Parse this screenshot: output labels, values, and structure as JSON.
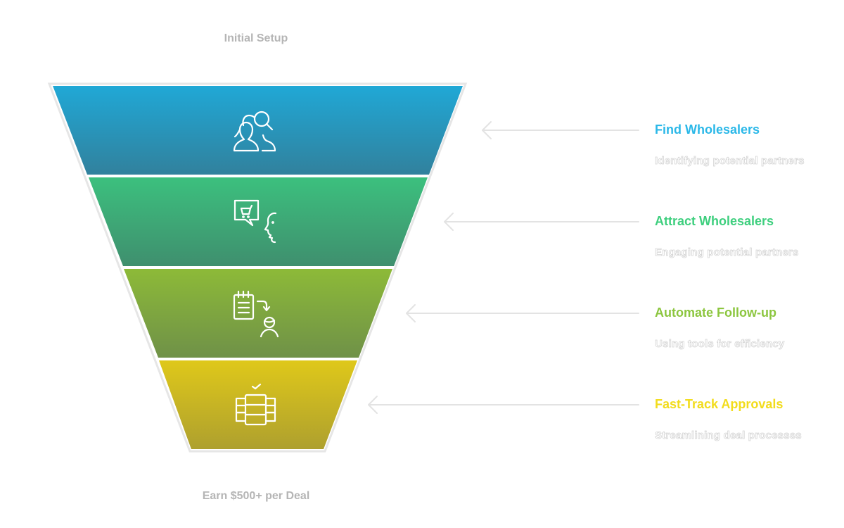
{
  "labels": {
    "top": "Initial Setup",
    "bottom": "Earn $500+ per Deal"
  },
  "stages": [
    {
      "title": "Find Wholesalers",
      "description": "Identifying potential partners",
      "color": "#2bb8e8",
      "fill_top": "#20a8d6",
      "fill_bottom": "#31819d",
      "icon": "people-search-icon"
    },
    {
      "title": "Attract Wholesalers",
      "description": "Engaging potential partners",
      "color": "#3ecf7e",
      "fill_top": "#3cc07e",
      "fill_bottom": "#3f8f6e",
      "icon": "cart-speech-icon"
    },
    {
      "title": "Automate Follow-up",
      "description": "Using tools for efficiency",
      "color": "#8cc63f",
      "fill_top": "#8dba38",
      "fill_bottom": "#6f9148",
      "icon": "notepad-person-icon"
    },
    {
      "title": "Fast-Track Approvals",
      "description": "Streamlining deal processes",
      "color": "#f2dc1c",
      "fill_top": "#dfc81a",
      "fill_bottom": "#aea02e",
      "icon": "server-check-icon"
    }
  ]
}
